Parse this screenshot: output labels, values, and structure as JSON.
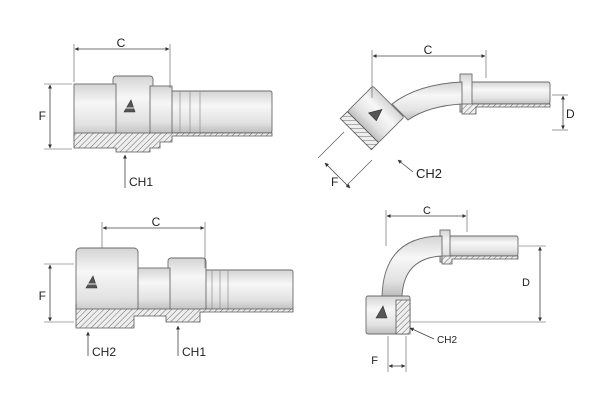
{
  "labels": {
    "c": "C",
    "f": "F",
    "d": "D",
    "ch1": "CH1",
    "ch2": "CH2"
  },
  "colors": {
    "line": "#444444",
    "metal_light": "#f2f2f2",
    "metal_dark": "#b9b9b9",
    "hatch": "#555555"
  }
}
